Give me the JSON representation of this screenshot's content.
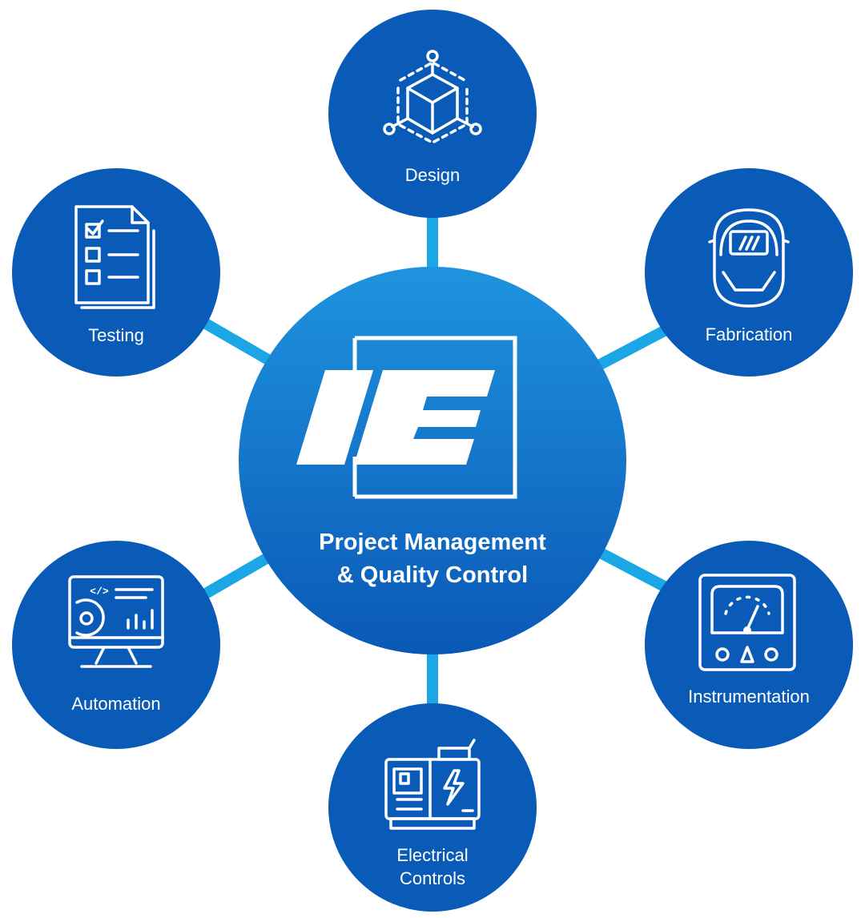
{
  "colors": {
    "node": "#0a5bb7",
    "connector": "#1ba7e6",
    "center_light": "#1e90dc",
    "center_dark": "#0a5ab8",
    "text": "#ffffff"
  },
  "center": {
    "logo_icon": "ie-logo-icon",
    "title_line1": "Project Management",
    "title_line2": "& Quality Control"
  },
  "nodes": [
    {
      "id": "design",
      "lines": [
        "Design"
      ],
      "icon": "cube-3d-icon"
    },
    {
      "id": "fabrication",
      "lines": [
        "Fabrication"
      ],
      "icon": "welding-helmet-icon"
    },
    {
      "id": "instrumentation",
      "lines": [
        "Instrumentation"
      ],
      "icon": "gauge-meter-icon"
    },
    {
      "id": "electrical-controls",
      "lines": [
        "Electrical",
        "Controls"
      ],
      "icon": "generator-icon"
    },
    {
      "id": "automation",
      "lines": [
        "Automation"
      ],
      "icon": "monitor-code-icon"
    },
    {
      "id": "testing",
      "lines": [
        "Testing"
      ],
      "icon": "checklist-icon"
    }
  ]
}
